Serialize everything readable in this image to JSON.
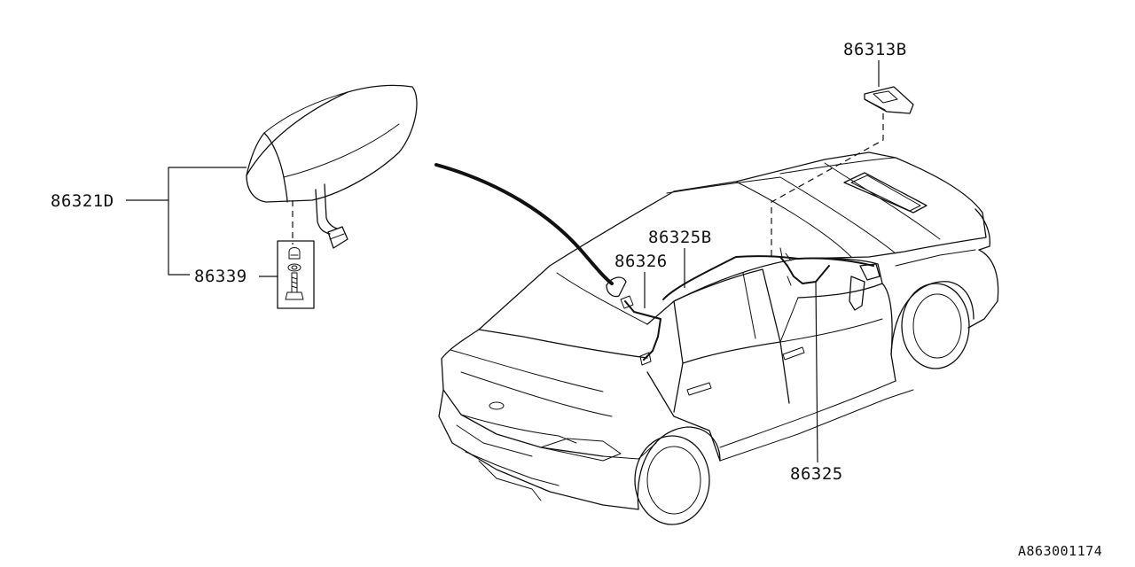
{
  "parts": {
    "p86321d": "86321D",
    "p86339": "86339",
    "p86313b": "86313B",
    "p86325b": "86325B",
    "p86326": "86326",
    "p86325": "86325"
  },
  "drawing_ref": "A863001174"
}
